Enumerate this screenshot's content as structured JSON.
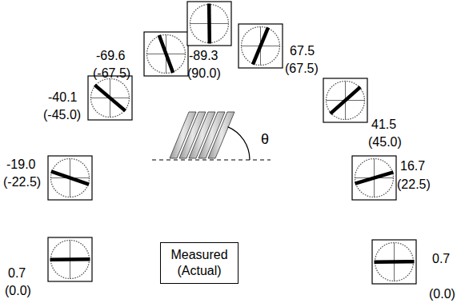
{
  "diagram": {
    "nodes": [
      {
        "text": [
          "Measured (Actual)"
        ]
      }
    ],
    "labels": [
      "0.7",
      "(0.0)",
      "-19.0",
      "(-22.5)",
      "-40.1",
      "(-45.0)",
      "-69.6",
      "(-67.5)",
      "-89.3",
      "(90.0)",
      "67.5",
      "(67.5)",
      "41.5",
      "(45.0)",
      "16.7",
      "(22.5)",
      "0.7",
      "(0.0)",
      "θ"
    ]
  }
}
